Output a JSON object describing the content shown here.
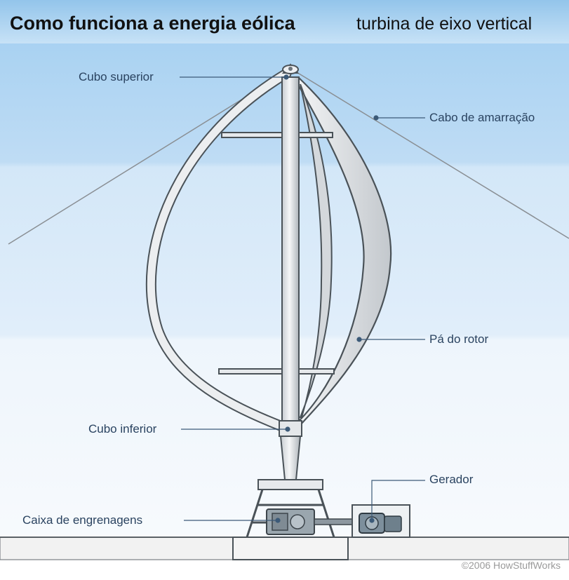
{
  "title": {
    "main": "Como funciona a energia eólica",
    "sub": "turbina de eixo vertical"
  },
  "labels": {
    "cubo_superior": "Cubo superior",
    "cabo_amarracao": "Cabo de amarração",
    "pa_rotor": "Pá do rotor",
    "cubo_inferior": "Cubo inferior",
    "gerador": "Gerador",
    "caixa_engrenagens": "Caixa de engrenagens"
  },
  "credit": "©2006 HowStuffWorks",
  "colors": {
    "sky_top": "#7db9e6",
    "sky_light": "#dcecf9",
    "label_text": "#2a4360",
    "leader_line": "#3c5a78",
    "structure_fill": "#e8ebee",
    "structure_stroke": "#4a5258"
  }
}
